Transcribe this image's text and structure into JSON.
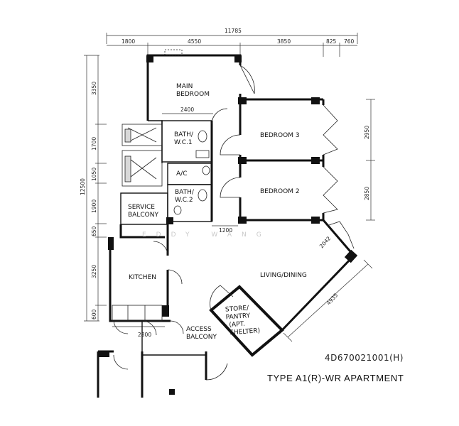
{
  "rooms": {
    "main_bedroom": [
      "MAIN",
      "BEDROOM"
    ],
    "bath1": [
      "BATH/",
      "W.C.1"
    ],
    "ac": "A/C",
    "bath2": [
      "BATH/",
      "W.C.2"
    ],
    "bedroom3": "BEDROOM 3",
    "bedroom2": "BEDROOM 2",
    "service_balcony": [
      "SERVICE",
      "BALCONY"
    ],
    "kitchen": "KITCHEN",
    "living_dining": "LIVING/DINING",
    "store_pantry": [
      "STORE/",
      "PANTRY",
      "(APT.",
      "SHELTER)"
    ],
    "access_balcony": [
      "ACCESS",
      "BALCONY"
    ]
  },
  "dimensions": {
    "overall_width": "11785",
    "top": [
      "1800",
      "4550",
      "3850",
      "825",
      "760"
    ],
    "left_total": "12500",
    "left": [
      "3350",
      "1700",
      "1050",
      "1900",
      "650",
      "3250",
      "600"
    ],
    "right": [
      "2950",
      "2850"
    ],
    "bath_width": "2400",
    "corridor": "1200",
    "diag_short": "2042",
    "diag_long": "4935",
    "bottom": "2800"
  },
  "drawing_code": "4D670021001(H)",
  "plan_title": "TYPE A1(R)-WR APARTMENT",
  "watermark": "EDDY WANG"
}
